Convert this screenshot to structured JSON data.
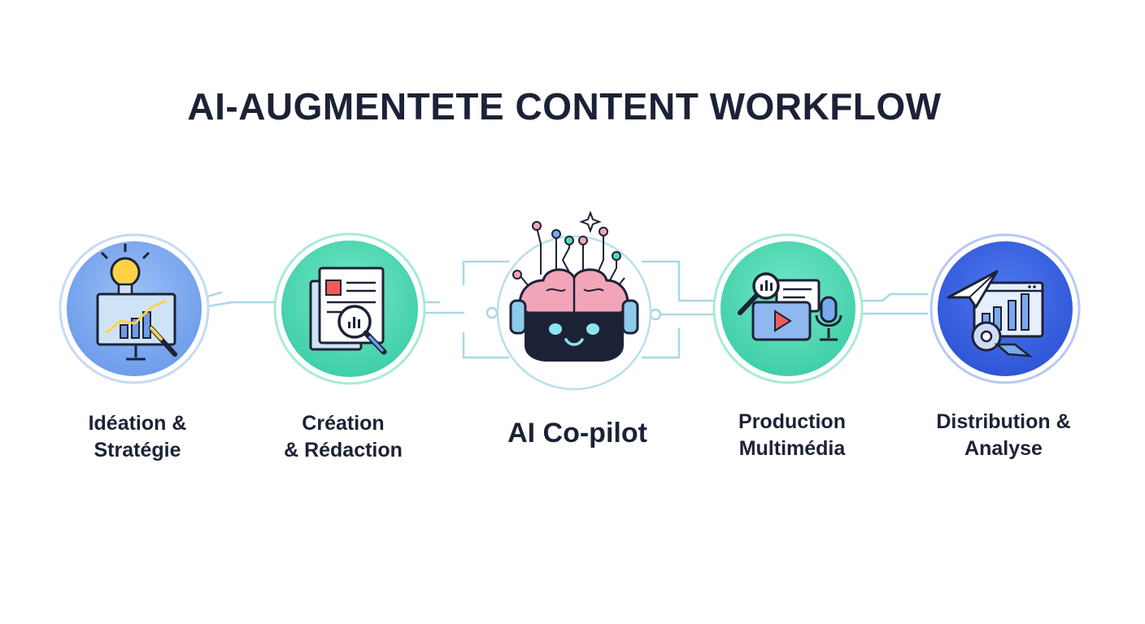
{
  "title": "AI-AUGMENTETE CONTENT WORKFLOW",
  "steps": [
    {
      "line1": "Idéation &",
      "line2": "Stratégie",
      "icon": "lightbulb-chart-icon"
    },
    {
      "line1": "Création",
      "line2": "& Rédaction",
      "icon": "document-magnifier-icon"
    },
    {
      "line1": "AI Co-pilot",
      "icon": "ai-brain-robot-icon"
    },
    {
      "line1": "Production",
      "line2": "Multimédia",
      "icon": "media-production-icon"
    },
    {
      "line1": "Distribution &",
      "line2": "Analyse",
      "icon": "paper-plane-analytics-icon"
    }
  ],
  "colors": {
    "title": "#1c2236",
    "blue_light": "#79a9ee",
    "teal": "#4fd9b4",
    "blue_dark": "#3a62e0",
    "connector": "#a9d7e4",
    "brain_pink": "#f2a5b8"
  }
}
